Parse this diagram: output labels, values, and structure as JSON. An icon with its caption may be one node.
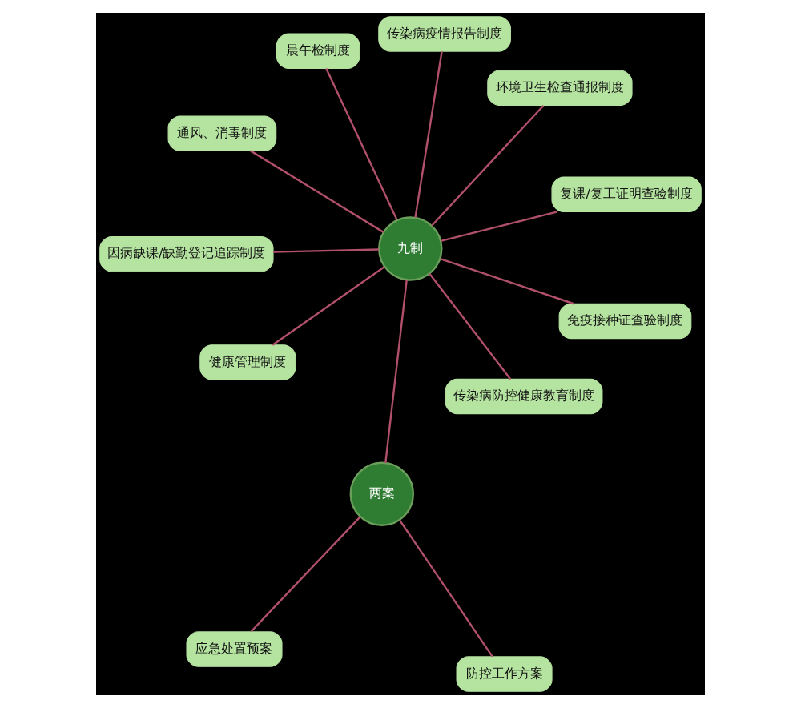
{
  "diagram": {
    "nodes": [
      {
        "text": [
          "两案"
        ]
      },
      {
        "text": [
          "防控工作方案"
        ]
      },
      {
        "text": [
          "应急处置预案"
        ]
      },
      {
        "text": [
          "九制"
        ]
      },
      {
        "text": [
          "传染病疫情报告制度"
        ]
      },
      {
        "text": [
          "晨午检制度"
        ]
      },
      {
        "text": [
          "因病缺课/缺勤登记追踪制度"
        ]
      },
      {
        "text": [
          "复课/复工证明查验制度"
        ]
      },
      {
        "text": [
          "健康管理制度"
        ]
      },
      {
        "text": [
          "免疫接种证查验制度"
        ]
      },
      {
        "text": [
          "传染病防控健康教育制度"
        ]
      },
      {
        "text": [
          "通风、消毒制度"
        ]
      },
      {
        "text": [
          "环境卫生检查通报制度"
        ]
      }
    ],
    "edges": [
      {
        "from": 1,
        "to": 0,
        "arrow": "none"
      },
      {
        "from": 0,
        "to": 2,
        "arrow": "none"
      },
      {
        "from": 0,
        "to": 3,
        "arrow": "none"
      },
      {
        "from": 3,
        "to": 4,
        "arrow": "none"
      },
      {
        "from": 3,
        "to": 5,
        "arrow": "none"
      },
      {
        "from": 3,
        "to": 6,
        "arrow": "none"
      },
      {
        "from": 3,
        "to": 7,
        "arrow": "none"
      },
      {
        "from": 3,
        "to": 8,
        "arrow": "none"
      },
      {
        "from": 3,
        "to": 9,
        "arrow": "none"
      },
      {
        "from": 3,
        "to": 10,
        "arrow": "none"
      },
      {
        "from": 3,
        "to": 11,
        "arrow": "none"
      },
      {
        "from": 3,
        "to": 12,
        "arrow": "none"
      }
    ]
  }
}
